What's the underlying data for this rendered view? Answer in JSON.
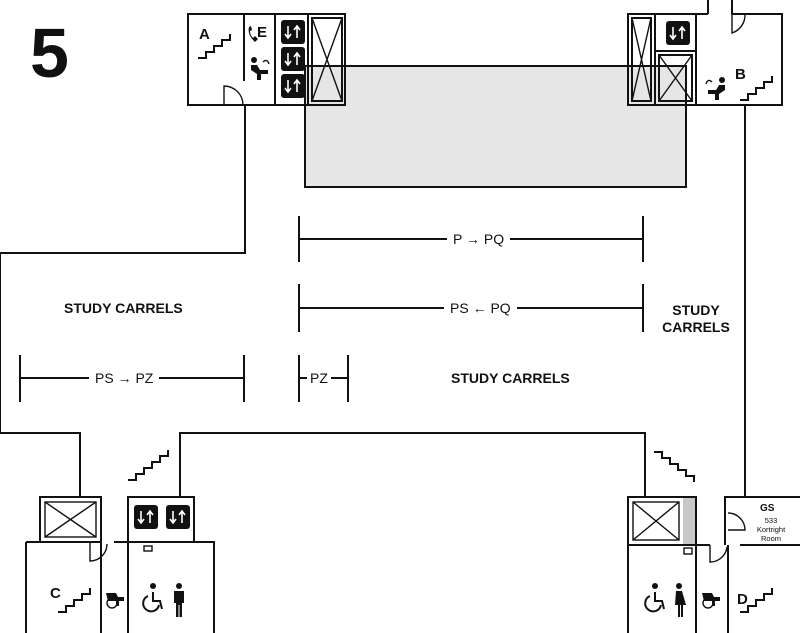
{
  "floor": {
    "number": "5"
  },
  "zones": {
    "study_left": "STUDY CARRELS",
    "study_center": "STUDY CARRELS",
    "study_right_line1": "STUDY",
    "study_right_line2": "CARRELS"
  },
  "ranges": {
    "top": "P → PQ",
    "middle": "PS ← PQ",
    "left": "PS → PZ",
    "small": "PZ"
  },
  "stairs": {
    "a": "A",
    "b": "B",
    "c": "C",
    "d": "D"
  },
  "elevator": {
    "e": "E"
  },
  "room": {
    "code": "GS",
    "number": "533",
    "name1": "Kortright",
    "name2": "Room"
  },
  "icons": [
    "stairs-icon",
    "elevator-icon",
    "freight-elevator-icon",
    "phone-icon",
    "water-fountain-icon",
    "accessible-washroom-icon",
    "mens-washroom-icon",
    "womens-washroom-icon",
    "door-icon"
  ]
}
